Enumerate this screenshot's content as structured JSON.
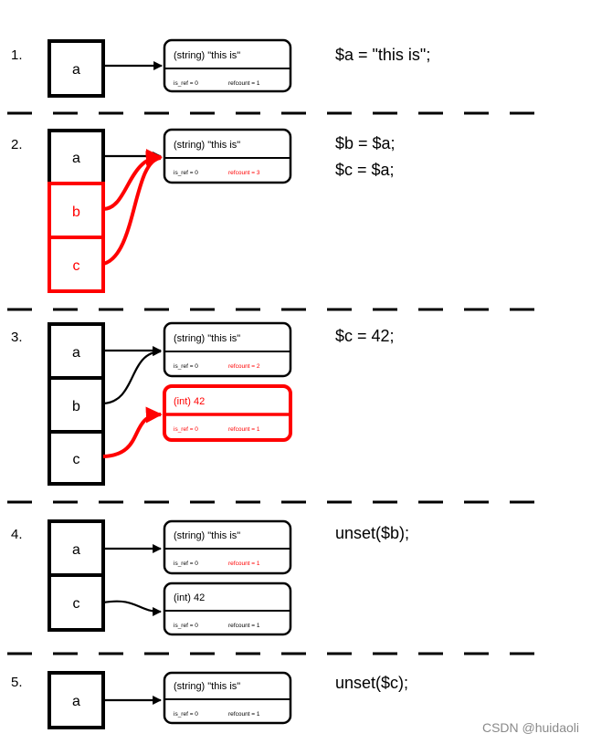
{
  "colors": {
    "black": "#000000",
    "highlight": "#ff0000",
    "watermark": "#8a8a8a"
  },
  "steps": [
    {
      "number": "1.",
      "code": [
        "$a = \"this is\";"
      ],
      "vars": [
        {
          "name": "a",
          "highlight": false
        }
      ],
      "zvals": [
        {
          "type": "(string) \"this is\"",
          "is_ref": "is_ref = 0",
          "refcount": "refcount = 1",
          "highlight_box": false,
          "highlight_refcount": false
        }
      ]
    },
    {
      "number": "2.",
      "code": [
        "$b = $a;",
        "$c = $a;"
      ],
      "vars": [
        {
          "name": "a",
          "highlight": false
        },
        {
          "name": "b",
          "highlight": true
        },
        {
          "name": "c",
          "highlight": true
        }
      ],
      "zvals": [
        {
          "type": "(string) \"this is\"",
          "is_ref": "is_ref = 0",
          "refcount": "refcount = 3",
          "highlight_box": false,
          "highlight_refcount": true
        }
      ]
    },
    {
      "number": "3.",
      "code": [
        "$c = 42;"
      ],
      "vars": [
        {
          "name": "a",
          "highlight": false
        },
        {
          "name": "b",
          "highlight": false
        },
        {
          "name": "c",
          "highlight": false
        }
      ],
      "zvals": [
        {
          "type": "(string) \"this is\"",
          "is_ref": "is_ref = 0",
          "refcount": "refcount = 2",
          "highlight_box": false,
          "highlight_refcount": true
        },
        {
          "type": "(int) 42",
          "is_ref": "is_ref = 0",
          "refcount": "refcount = 1",
          "highlight_box": true,
          "highlight_refcount": false
        }
      ]
    },
    {
      "number": "4.",
      "code": [
        "unset($b);"
      ],
      "vars": [
        {
          "name": "a",
          "highlight": false
        },
        {
          "name": "c",
          "highlight": false
        }
      ],
      "zvals": [
        {
          "type": "(string) \"this is\"",
          "is_ref": "is_ref = 0",
          "refcount": "refcount = 1",
          "highlight_box": false,
          "highlight_refcount": true
        },
        {
          "type": "(int) 42",
          "is_ref": "is_ref = 0",
          "refcount": "refcount = 1",
          "highlight_box": false,
          "highlight_refcount": false
        }
      ]
    },
    {
      "number": "5.",
      "code": [
        "unset($c);"
      ],
      "vars": [
        {
          "name": "a",
          "highlight": false
        }
      ],
      "zvals": [
        {
          "type": "(string) \"this is\"",
          "is_ref": "is_ref = 0",
          "refcount": "refcount = 1",
          "highlight_box": false,
          "highlight_refcount": false
        }
      ]
    }
  ],
  "watermark": "CSDN @huidaoli"
}
